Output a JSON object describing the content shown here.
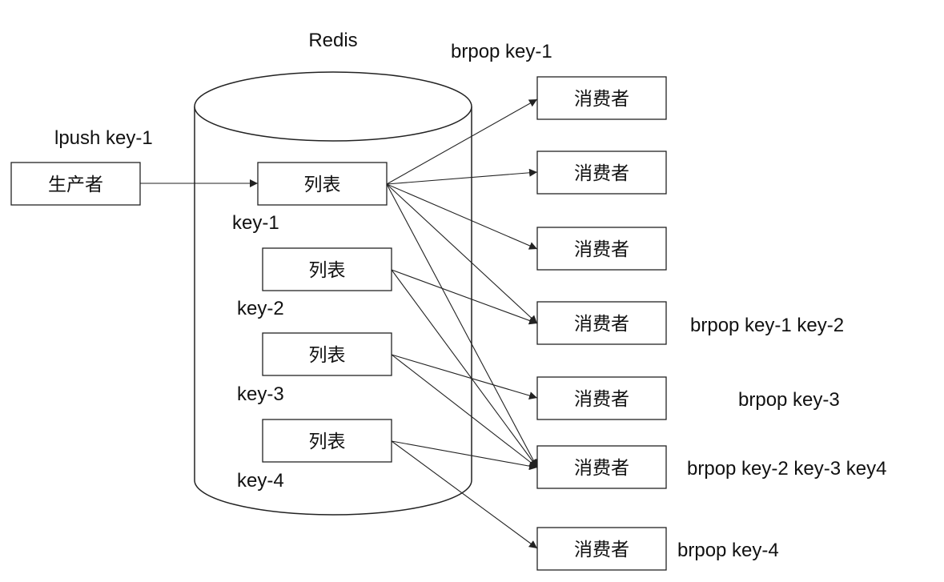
{
  "diagram": {
    "db_label": "Redis",
    "producer": {
      "text": "生产者",
      "command": "lpush key-1"
    },
    "lists": [
      {
        "id": "list1",
        "text": "列表",
        "key": "key-1"
      },
      {
        "id": "list2",
        "text": "列表",
        "key": "key-2"
      },
      {
        "id": "list3",
        "text": "列表",
        "key": "key-3"
      },
      {
        "id": "list4",
        "text": "列表",
        "key": "key-4"
      }
    ],
    "consumers": [
      {
        "id": "c1",
        "text": "消费者",
        "command": "brpop key-1"
      },
      {
        "id": "c2",
        "text": "消费者",
        "command": ""
      },
      {
        "id": "c3",
        "text": "消费者",
        "command": ""
      },
      {
        "id": "c4",
        "text": "消费者",
        "command": "brpop key-1 key-2"
      },
      {
        "id": "c5",
        "text": "消费者",
        "command": "brpop key-3"
      },
      {
        "id": "c6",
        "text": "消费者",
        "command": "brpop key-2 key-3 key4"
      },
      {
        "id": "c7",
        "text": "消费者",
        "command": "brpop key-4"
      }
    ],
    "edges": [
      [
        "producer",
        "list1"
      ],
      [
        "list1",
        "c1"
      ],
      [
        "list1",
        "c2"
      ],
      [
        "list1",
        "c3"
      ],
      [
        "list1",
        "c4"
      ],
      [
        "list1",
        "c6"
      ],
      [
        "list2",
        "c4"
      ],
      [
        "list2",
        "c6"
      ],
      [
        "list3",
        "c5"
      ],
      [
        "list3",
        "c6"
      ],
      [
        "list4",
        "c6"
      ],
      [
        "list4",
        "c7"
      ]
    ]
  }
}
